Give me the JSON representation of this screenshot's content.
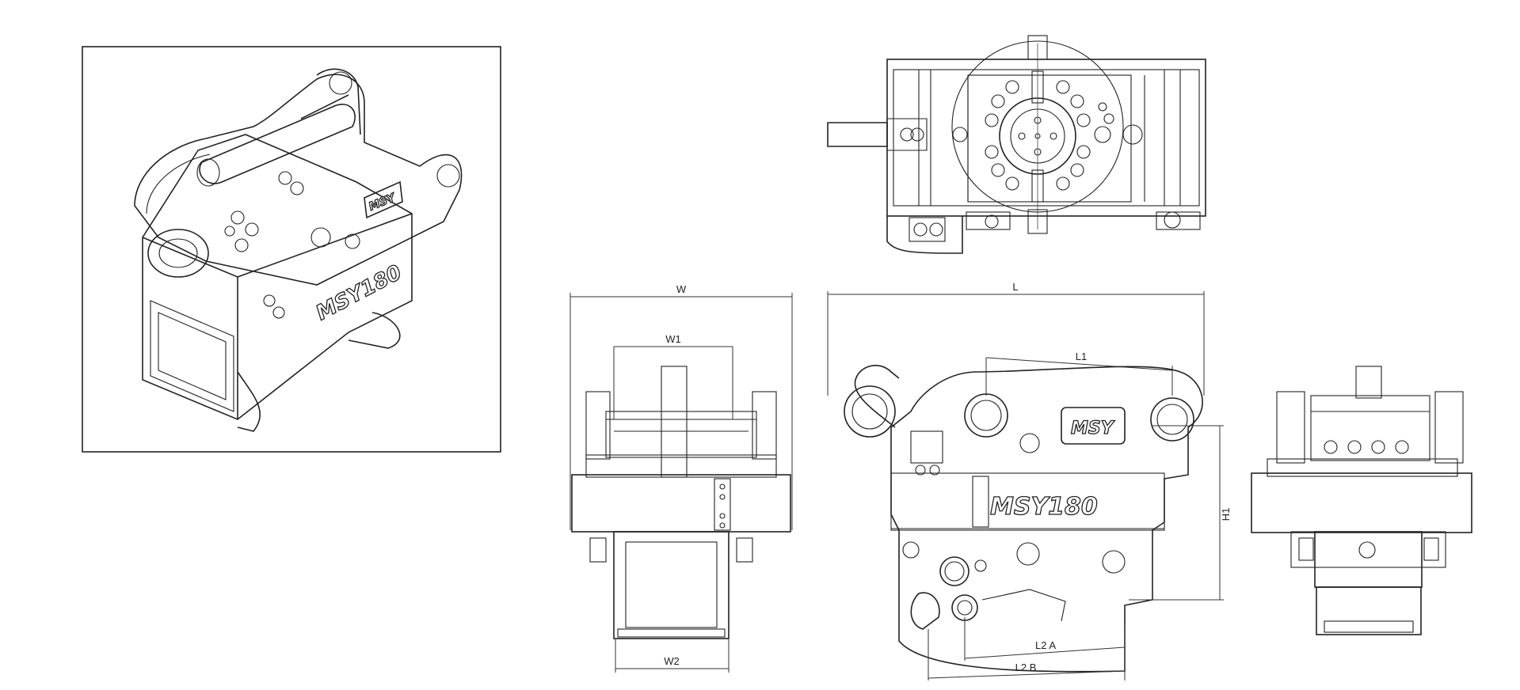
{
  "brand": {
    "logo_text": "MSY",
    "model_text": "MSY180"
  },
  "dimensions": {
    "w": "W",
    "w1": "W1",
    "w2": "W2",
    "l": "L",
    "l1": "L1",
    "l2a": "L2 A",
    "l2b": "L2 B",
    "h1": "H1"
  }
}
